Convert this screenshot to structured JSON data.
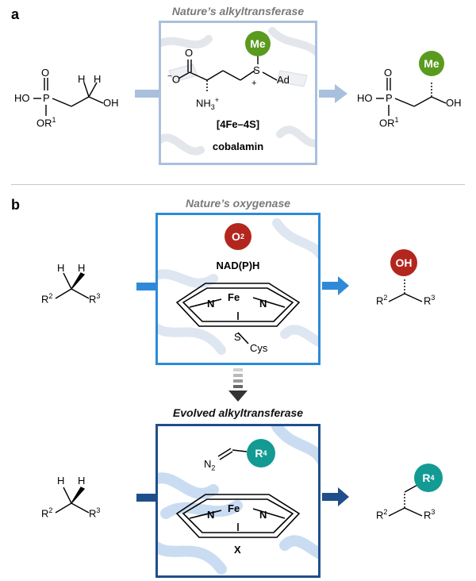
{
  "panel_a": {
    "letter": "a",
    "caption": "Nature’s alkyltransferase",
    "me": "Me",
    "ad": "Ad",
    "sam_s": "S",
    "sam_plus": "+",
    "nh3": "NH",
    "nh3_sub": "3",
    "nh3_sup": "+",
    "carboxylate_o": "O",
    "carboxylate_minus": "−",
    "cofactor1": "[4Fe–4S]",
    "cofactor2": "cobalamin",
    "reactant_ho": "HO",
    "reactant_p": "P",
    "reactant_o": "O",
    "reactant_or": "OR",
    "reactant_or_sup": "1",
    "reactant_oh": "OH",
    "reactant_h": "H",
    "product_me": "Me"
  },
  "panel_b": {
    "letter": "b",
    "caption_top": "Nature’s oxygenase",
    "o2": "O",
    "o2_sub": "2",
    "nadph": "NAD(P)H",
    "fe": "Fe",
    "n": "N",
    "s": "S",
    "cys": "Cys",
    "r2": "R",
    "r2_sup": "2",
    "r3": "R",
    "r3_sup": "3",
    "h": "H",
    "oh": "OH",
    "caption_bottom": "Evolved alkyltransferase",
    "n2": "N",
    "n2_sub": "2",
    "r4": "R",
    "r4_sup": "4",
    "x": "X"
  },
  "colors": {
    "box_a": "#a9c0dc",
    "box_b_top": "#2e8ad8",
    "box_b_bottom": "#1f4f8a",
    "me_green": "#5a9a1e",
    "o2_red": "#b3261e",
    "r4_teal": "#139a93",
    "arrow_light": "#a9c0dc",
    "arrow_mid": "#2e8ad8",
    "arrow_dark": "#1f4f8a"
  }
}
